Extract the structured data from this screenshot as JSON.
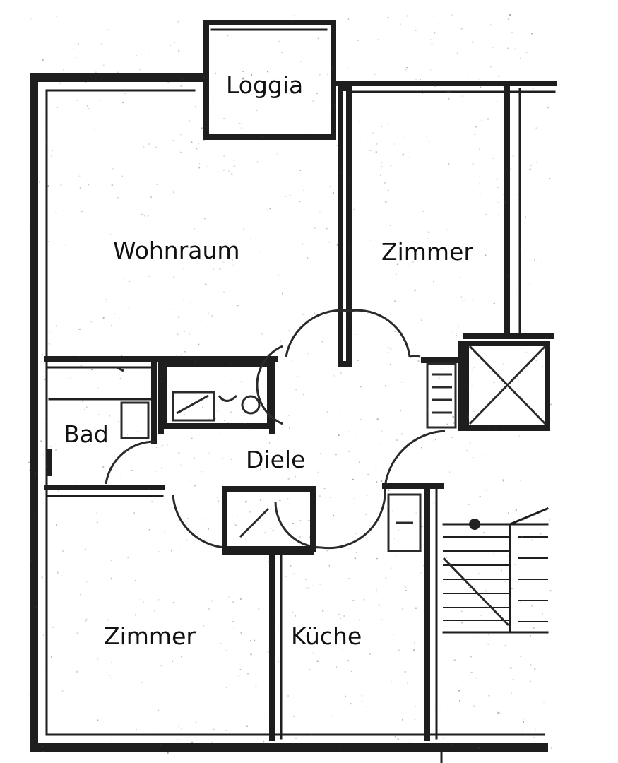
{
  "rooms": {
    "loggia": "Loggia",
    "wohnraum": "Wohnraum",
    "zimmer_top": "Zimmer",
    "bad": "Bad",
    "diele": "Diele",
    "zimmer_bottom": "Zimmer",
    "kueche": "Küche"
  }
}
